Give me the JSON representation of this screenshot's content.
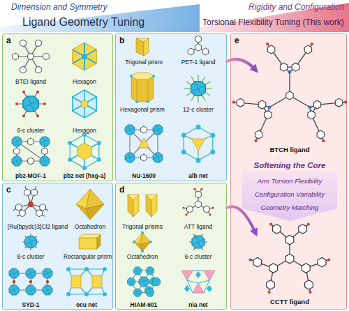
{
  "diagram": {
    "nodes": [
      {
        "text": [
          "Dimension and Symmetry",
          "Ligand Geometry Tuning"
        ]
      },
      {
        "text": [
          "Rigidity and Configuration",
          "Torsional Flexibility Tuning (This work)"
        ]
      },
      {
        "text": [
          "a",
          "BTEI ligand",
          "Hexagon",
          "6-c cluster",
          "Hexagon",
          "pbz-MOF-1",
          "pbz net (hxg-a)"
        ]
      },
      {
        "text": [
          "b",
          "Trigonal prism",
          "PET-1 ligand",
          "Hexagonal prism",
          "12-c cluster",
          "NU-1600",
          "alb net"
        ]
      },
      {
        "text": [
          "c",
          "[Ru(bpydc)3]Cl2 ligand",
          "Octahedron",
          "8-c cluster",
          "Rectangular prism",
          "SYD-1",
          "ocu net"
        ]
      },
      {
        "text": [
          "d",
          "Trigonal prisms",
          "ATT ligand",
          "Octahedron",
          "6-c cluster",
          "HIAM-601",
          "nia net"
        ]
      },
      {
        "text": [
          "e",
          "BTCH ligand",
          "Softening the Core",
          "Arm Torsion Flexibility",
          "Configuration Variability",
          "Geometry Matching",
          "CCTT ligand"
        ]
      }
    ],
    "edges": [
      {
        "from": 3,
        "to": 6,
        "arrow": "to"
      },
      {
        "from": 5,
        "to": 6,
        "arrow": "to"
      }
    ]
  }
}
